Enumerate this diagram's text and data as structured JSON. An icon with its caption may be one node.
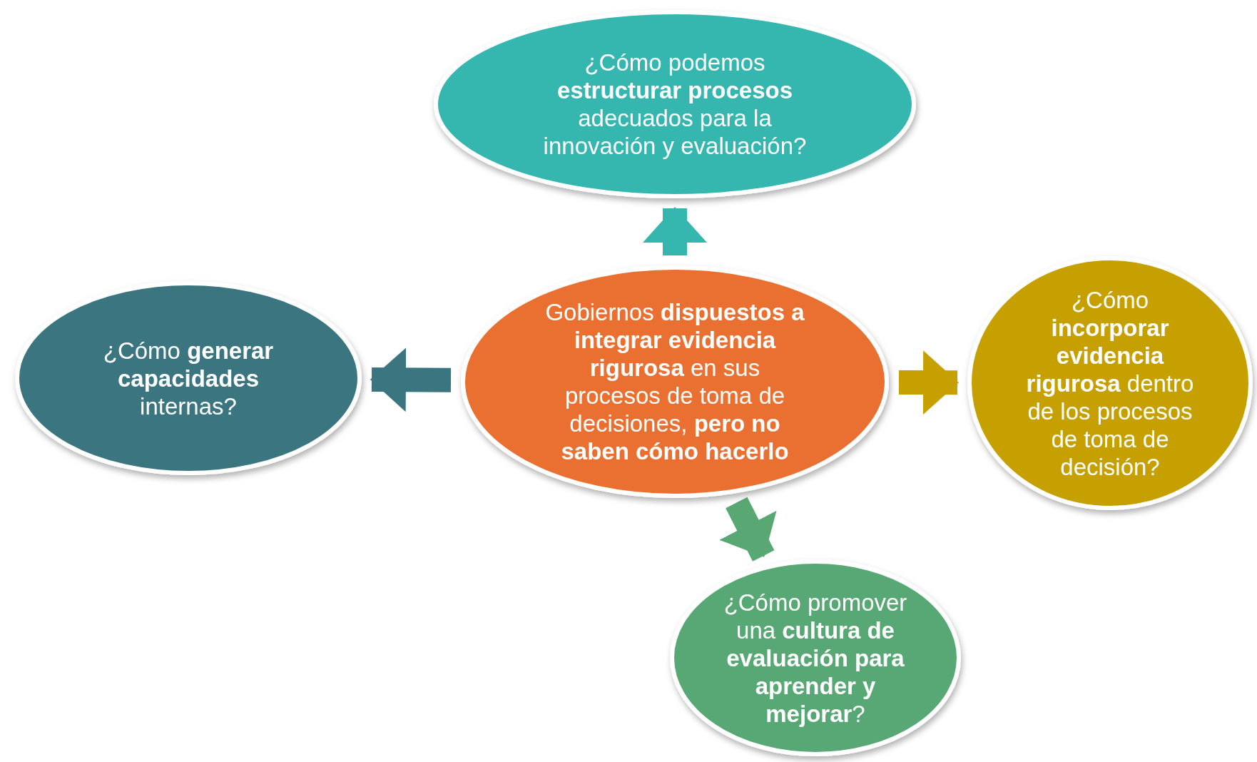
{
  "diagram": {
    "nodes": [
      {
        "text": [
          "¿Cómo podemos **estructurar procesos** adecuados para la innovación y evaluación?"
        ]
      },
      {
        "text": [
          "¿Cómo **generar capacidades** internas?"
        ]
      },
      {
        "text": [
          "Gobiernos **dispuestos a integrar evidencia rigurosa** en sus procesos de toma de decisiones, **pero no saben cómo hacerlo**"
        ]
      },
      {
        "text": [
          "¿Cómo **incorporar evidencia rigurosa** dentro de los procesos de toma de decisión?"
        ]
      },
      {
        "text": [
          "¿Cómo promover una **cultura de evaluación para aprender y mejorar**?"
        ]
      }
    ],
    "edges": [
      {
        "from": 2,
        "to": 0,
        "arrow": "to",
        "color": "#35b6ae"
      },
      {
        "from": 2,
        "to": 1,
        "arrow": "to",
        "color": "#3a7580"
      },
      {
        "from": 2,
        "to": 3,
        "arrow": "to",
        "color": "#c6a000"
      },
      {
        "from": 2,
        "to": 4,
        "arrow": "to",
        "color": "#59a874"
      }
    ]
  }
}
